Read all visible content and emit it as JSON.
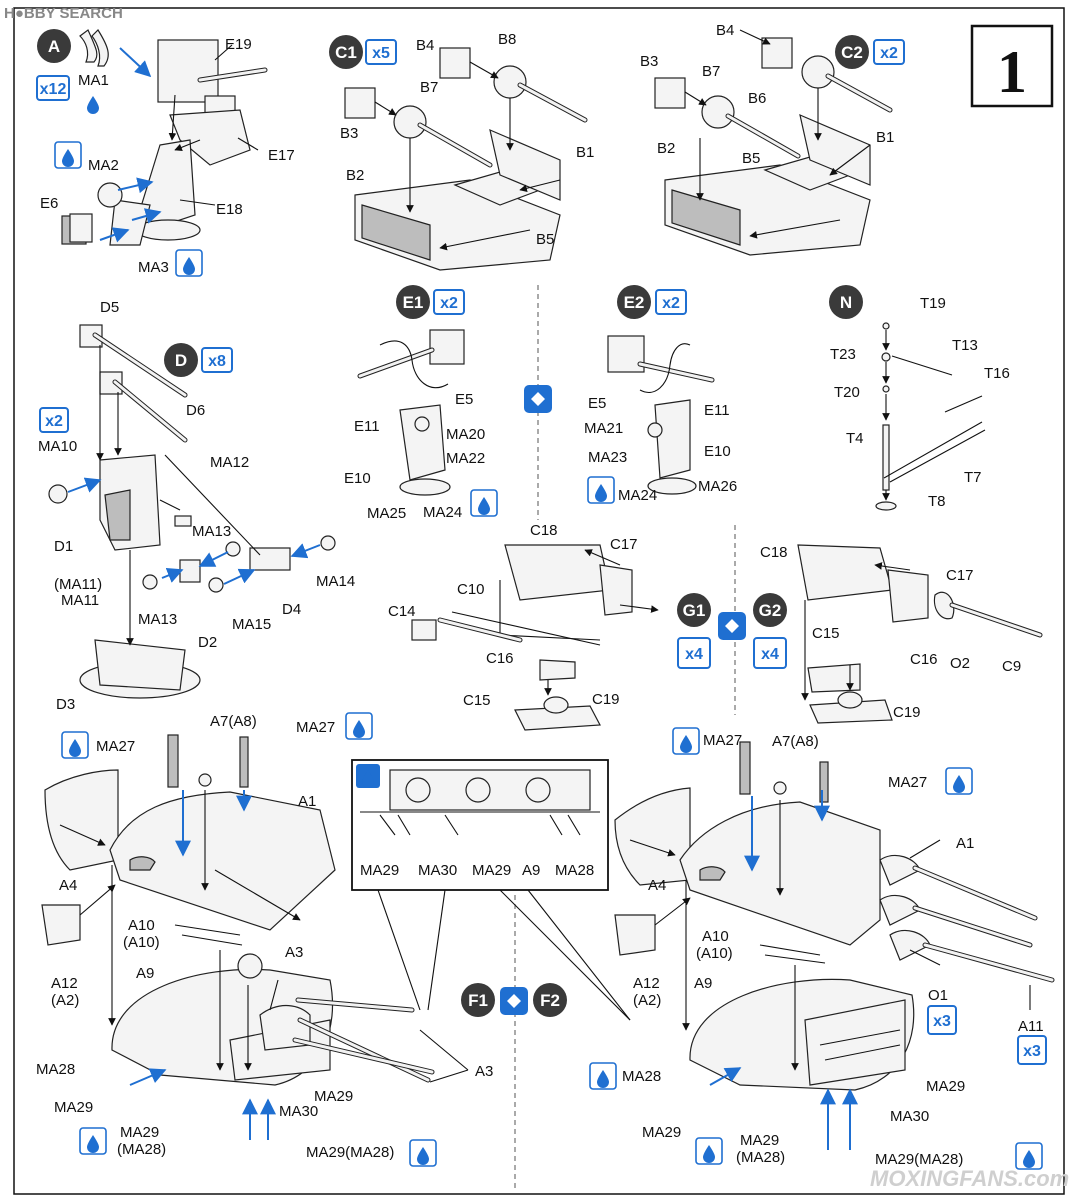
{
  "watermark_top": "H●BBY SEARCH",
  "watermark_bottom": "MOXINGFANS.com",
  "step_number": "1",
  "colors": {
    "accent_blue": "#1f6fd1",
    "ink": "#111111",
    "circle_fill": "#3a3a3a",
    "paper": "#ffffff"
  },
  "icons": {
    "glue": "glue-drop-icon",
    "swap": "either-or-icon"
  },
  "sections": {
    "A": {
      "code": "A",
      "qty": "x12",
      "labels": [
        "E19",
        "MA1",
        "MA2",
        "E17",
        "E6",
        "E18",
        "MA3"
      ]
    },
    "C1": {
      "code": "C1",
      "qty": "x5",
      "labels": [
        "B4",
        "B8",
        "B3",
        "B7",
        "B1",
        "B2",
        "B5"
      ]
    },
    "C2": {
      "code": "C2",
      "qty": "x2",
      "labels": [
        "B4",
        "B3",
        "B7",
        "B6",
        "B1",
        "B2",
        "B5"
      ]
    },
    "D": {
      "code": "D",
      "qty": "x8",
      "sub_qty": "x2",
      "labels": [
        "D5",
        "D6",
        "MA10",
        "MA12",
        "MA13",
        "D1",
        "MA14",
        "(MA11)",
        "MA11",
        "MA13",
        "D4",
        "MA15",
        "D2",
        "D3"
      ]
    },
    "E1": {
      "code": "E1",
      "qty": "x2",
      "labels": [
        "E5",
        "E11",
        "MA20",
        "MA22",
        "E10",
        "MA25",
        "MA24"
      ]
    },
    "E2": {
      "code": "E2",
      "qty": "x2",
      "labels": [
        "E5",
        "E11",
        "MA21",
        "E10",
        "MA23",
        "MA24",
        "MA26"
      ]
    },
    "N": {
      "code": "N",
      "labels": [
        "T19",
        "T23",
        "T13",
        "T16",
        "T20",
        "T4",
        "T7",
        "T8"
      ]
    },
    "G": {
      "codes": [
        "G1",
        "G2"
      ],
      "qtys": [
        "x4",
        "x4"
      ],
      "labels_left": [
        "C18",
        "C17",
        "C10",
        "C14",
        "C16",
        "C15",
        "C19"
      ],
      "labels_right": [
        "C18",
        "C17",
        "O2",
        "C9",
        "C15",
        "C16",
        "C19"
      ]
    },
    "F": {
      "codes": [
        "F1",
        "F2"
      ],
      "labels_left": [
        "MA27",
        "A7(A8)",
        "MA27",
        "A1",
        "A4",
        "A12",
        "(A2)",
        "A10",
        "(A10)",
        "A3",
        "A9",
        "MA28",
        "MA29",
        "MA30",
        "A3",
        "MA29",
        "MA29",
        "(MA28)",
        "MA29(MA28)"
      ],
      "labels_inset": [
        "MA29",
        "MA30",
        "MA29",
        "A9",
        "MA28"
      ],
      "labels_right": [
        "MA27",
        "A7(A8)",
        "MA27",
        "A1",
        "A4",
        "A10",
        "(A10)",
        "A12",
        "(A2)",
        "A9",
        "O1",
        "x3",
        "A11",
        "x3",
        "MA28",
        "MA29",
        "MA30",
        "MA29",
        "MA29",
        "(MA28)",
        "MA29(MA28)"
      ]
    }
  }
}
